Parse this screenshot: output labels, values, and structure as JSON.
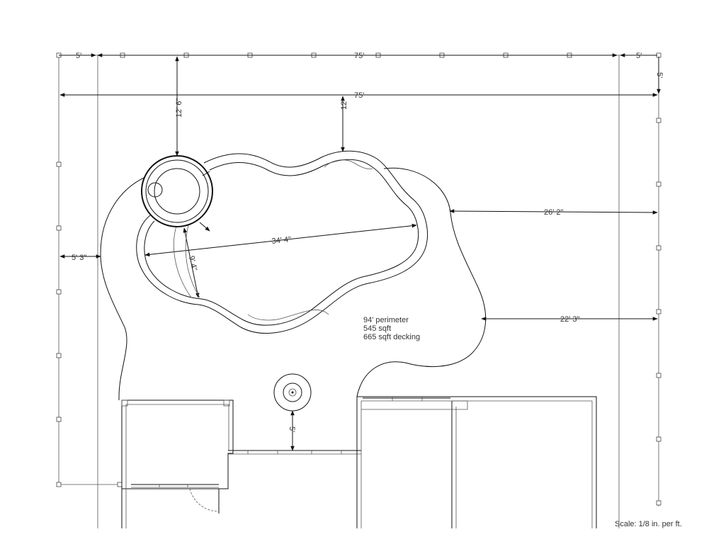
{
  "dimensions": {
    "top_left_offset": "5'",
    "top_span": "75'",
    "top_right_offset": "5'",
    "right_top_offset": "5'",
    "overall_width": "75'",
    "spa_setback": "12' 6\"",
    "pool_setback": "12'",
    "pool_length": "34' 4\"",
    "pool_width": "9' 4\"",
    "left_setback": "5' 3\"",
    "right_setback_upper": "26' 2\"",
    "right_setback_lower": "22' 3\"",
    "fire_pit_to_patio": "5'"
  },
  "pool_stats": {
    "perimeter": "94' perimeter",
    "area": "545 sqft",
    "decking": "665 sqft decking"
  },
  "scale_note": "Scale: 1/8 in. per ft.",
  "colors": {
    "line": "#111111",
    "text": "#333333",
    "background": "#ffffff"
  }
}
